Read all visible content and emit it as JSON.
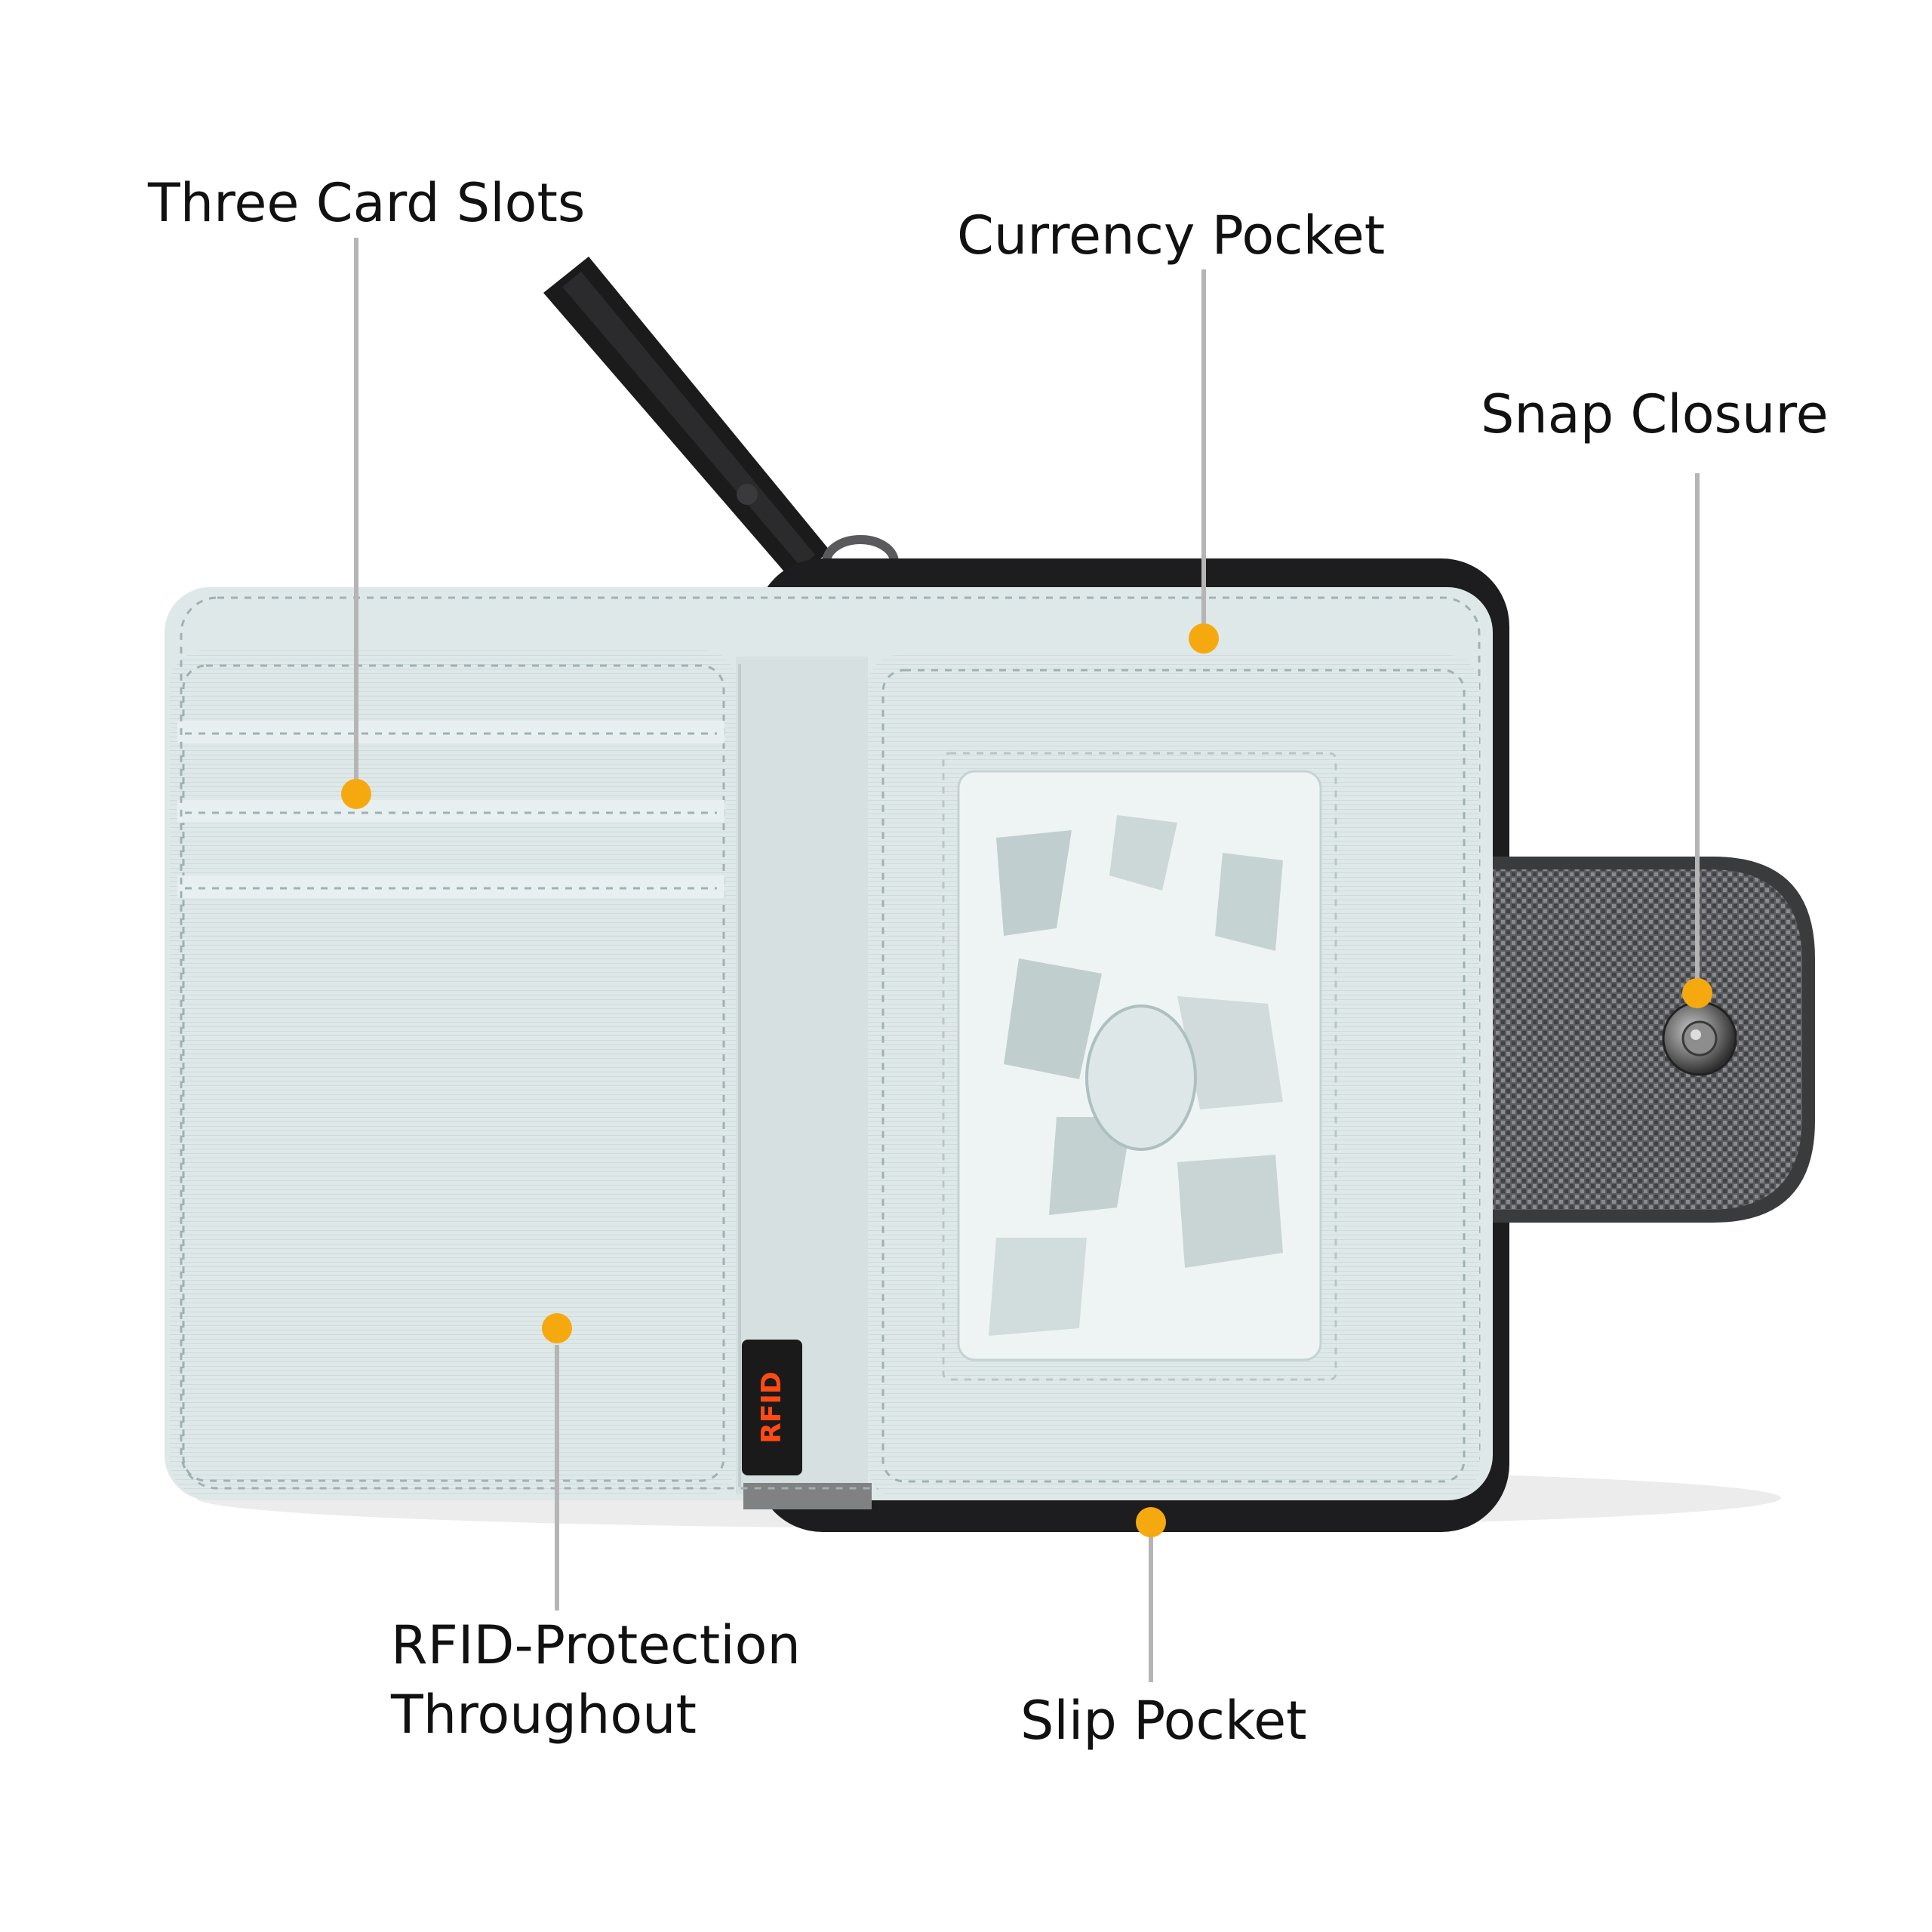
{
  "callouts": {
    "card_slots": "Three Card Slots",
    "currency_pocket": "Currency Pocket",
    "snap_closure": "Snap Closure",
    "rfid_line1": "RFID-Protection",
    "rfid_line2": "Throughout",
    "slip_pocket": "Slip Pocket"
  },
  "tag": {
    "text": "RFID"
  },
  "colors": {
    "accent_dot": "#f6a90f",
    "leader_line": "#b5b5b5",
    "lining": "#dce6e7",
    "shell": "#1d1d1f",
    "tab": "#6b6c6e",
    "tag_bg": "#1a1a1a",
    "tag_text": "#ff4a14"
  }
}
